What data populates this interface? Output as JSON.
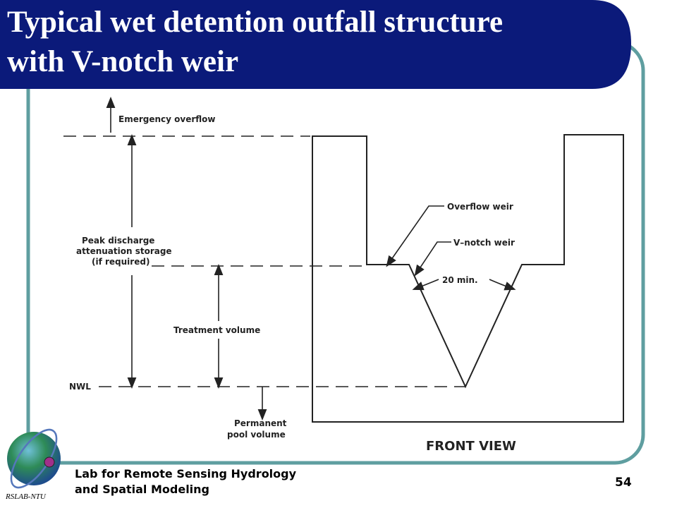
{
  "slide": {
    "title_line1": "Typical wet detention outfall structure",
    "title_line2": "with V-notch weir",
    "page_number": "54",
    "footer_line1": "Lab for Remote Sensing Hydrology",
    "footer_line2": "and Spatial Modeling",
    "logo_caption": "RSLAB-NTU"
  },
  "diagram": {
    "labels": {
      "emergency_overflow": "Emergency overflow",
      "peak_line1": "Peak discharge",
      "peak_line2": "attenuation storage",
      "peak_line3": "(if required)",
      "treatment_volume": "Treatment volume",
      "nwl": "NWL",
      "permanent_line1": "Permanent",
      "permanent_line2": "pool volume",
      "overflow_weir": "Overflow weir",
      "v_notch_weir": "V–notch weir",
      "angle": "20 min.",
      "front_view": "FRONT VIEW"
    }
  },
  "colors": {
    "title_bg": "#0b1a7a",
    "frame_border": "#5f9ea0",
    "line": "#222222"
  }
}
